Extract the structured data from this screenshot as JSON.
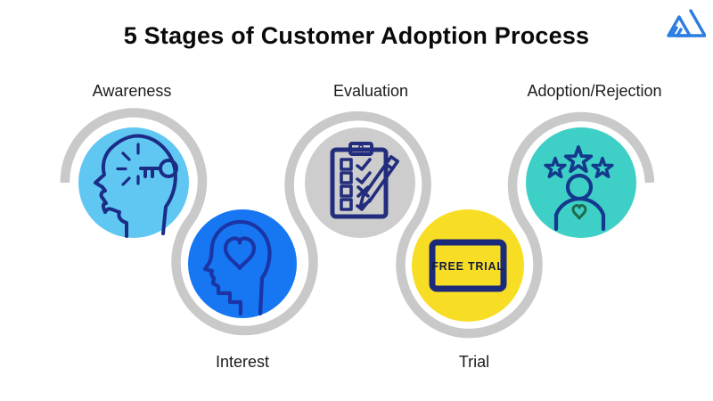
{
  "header": {
    "title": "5 Stages of Customer Adoption Process"
  },
  "logo": {
    "icon": "mountain-peaks-logo-icon",
    "color": "#2b7de1"
  },
  "diagram": {
    "ribbon_color": "#c9c9c9",
    "stages": [
      {
        "label": "Awareness",
        "row": "top",
        "circle_color": "#60c7f2",
        "icon": "head-with-key-icon",
        "icon_color": "#1b2c87"
      },
      {
        "label": "Interest",
        "row": "bottom",
        "circle_color": "#1777f2",
        "icon": "head-with-heart-icon",
        "icon_color": "#1b35a6"
      },
      {
        "label": "Evaluation",
        "row": "top",
        "circle_color": "#cecdcd",
        "icon": "checklist-with-pencil-icon",
        "icon_color": "#222d7d"
      },
      {
        "label": "Trial",
        "row": "bottom",
        "circle_color": "#f8dd25",
        "icon": "free-trial-badge-icon",
        "badge_text": "FREE TRIAL",
        "icon_color": "#1b2b7a",
        "badge_text_color": "#131b3f"
      },
      {
        "label": "Adoption/Rejection",
        "row": "top",
        "circle_color": "#3ed0c6",
        "icon": "person-with-stars-icon",
        "icon_color": "#14398c",
        "heart_color": "#1e6b50"
      }
    ]
  }
}
